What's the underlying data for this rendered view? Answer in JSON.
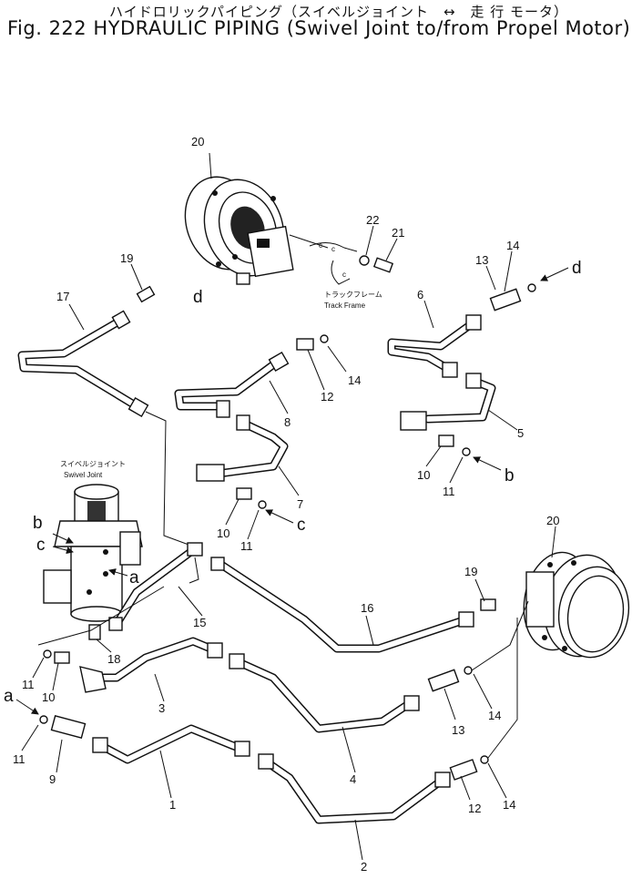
{
  "title": {
    "japanese": "ハイドロリックパイピング（スイベルジョイント　↔　走 行 モータ）",
    "english": "Fig. 222 HYDRAULIC PIPING (Swivel Joint to/from Propel Motor)"
  },
  "annotations": {
    "track_frame_jp": "トラックフレーム",
    "track_frame_en": "Track Frame",
    "swivel_joint_jp": "スイベルジョイント",
    "swivel_joint_en": "Swivel Joint"
  },
  "callouts": {
    "n20a": "20",
    "n19a": "19",
    "n17": "17",
    "n22": "22",
    "n21": "21",
    "n14a": "14",
    "n13a": "13",
    "n6": "6",
    "n12a": "12",
    "n14b": "14",
    "n8": "8",
    "n5": "5",
    "n10a": "10",
    "n11a": "11",
    "n7": "7",
    "n10b": "10",
    "n11b": "11",
    "n15": "15",
    "n16": "16",
    "n19b": "19",
    "n20b": "20",
    "n18": "18",
    "n11c": "11",
    "n10c": "10",
    "n3": "3",
    "n4": "4",
    "n13b": "13",
    "n14c": "14",
    "n11d": "11",
    "n9": "9",
    "n1": "1",
    "n12b": "12",
    "n14d": "14",
    "n2": "2"
  },
  "port_labels": {
    "d_top": "d",
    "d_motor": "d",
    "b_right": "b",
    "c_mid": "c",
    "b_left": "b",
    "c_left": "c",
    "a_joint": "a",
    "a_bottom": "a",
    "c_frame1": "c",
    "c_frame2": "c",
    "c_frame3": "c"
  }
}
